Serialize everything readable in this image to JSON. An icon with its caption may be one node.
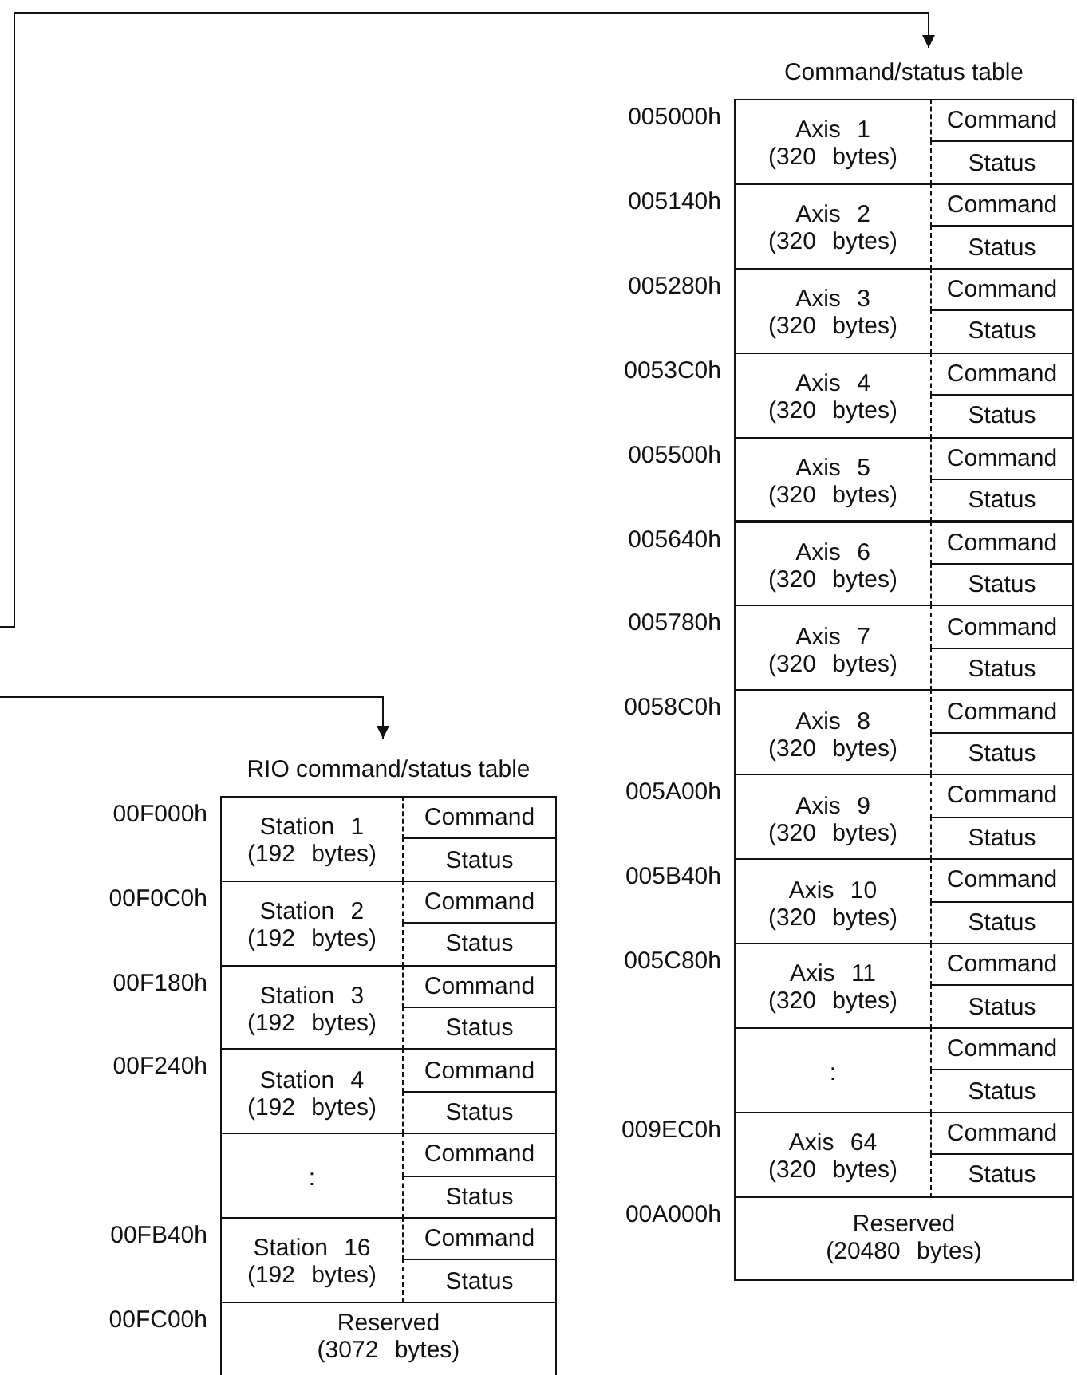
{
  "diagram": {
    "nodes": [
      {
        "text": [
          "Command/status table"
        ]
      },
      {
        "text": [
          "Axis 1 (320 bytes)"
        ],
        "in": 0,
        "beside": [
          "005000h"
        ]
      },
      {
        "text": [
          "Command"
        ],
        "in": 0
      },
      {
        "text": [
          "Status"
        ],
        "in": 0
      },
      {
        "text": [
          "Axis 2 (320 bytes)"
        ],
        "in": 0,
        "beside": [
          "005140h"
        ]
      },
      {
        "text": [
          "Command"
        ],
        "in": 0
      },
      {
        "text": [
          "Status"
        ],
        "in": 0
      },
      {
        "text": [
          "Axis 3 (320 bytes)"
        ],
        "in": 0,
        "beside": [
          "005280h"
        ]
      },
      {
        "text": [
          "Command"
        ],
        "in": 0
      },
      {
        "text": [
          "Status"
        ],
        "in": 0
      },
      {
        "text": [
          "Axis 4 (320 bytes)"
        ],
        "in": 0,
        "beside": [
          "0053C0h"
        ]
      },
      {
        "text": [
          "Command"
        ],
        "in": 0
      },
      {
        "text": [
          "Status"
        ],
        "in": 0
      },
      {
        "text": [
          "Axis 5 (320 bytes)"
        ],
        "in": 0,
        "beside": [
          "005500h"
        ]
      },
      {
        "text": [
          "Command"
        ],
        "in": 0
      },
      {
        "text": [
          "Status"
        ],
        "in": 0
      },
      {
        "text": [
          "Axis 6 (320 bytes)"
        ],
        "in": 0,
        "beside": [
          "005640h"
        ]
      },
      {
        "text": [
          "Command"
        ],
        "in": 0
      },
      {
        "text": [
          "Status"
        ],
        "in": 0
      },
      {
        "text": [
          "Axis 7 (320 bytes)"
        ],
        "in": 0,
        "beside": [
          "005780h"
        ]
      },
      {
        "text": [
          "Command"
        ],
        "in": 0
      },
      {
        "text": [
          "Status"
        ],
        "in": 0
      },
      {
        "text": [
          "Axis 8 (320 bytes)"
        ],
        "in": 0,
        "beside": [
          "0058C0h"
        ]
      },
      {
        "text": [
          "Command"
        ],
        "in": 0
      },
      {
        "text": [
          "Status"
        ],
        "in": 0
      },
      {
        "text": [
          "Axis 9 (320 bytes)"
        ],
        "in": 0,
        "beside": [
          "005A00h"
        ]
      },
      {
        "text": [
          "Command"
        ],
        "in": 0
      },
      {
        "text": [
          "Status"
        ],
        "in": 0
      },
      {
        "text": [
          "Axis 10 (320 bytes)"
        ],
        "in": 0,
        "beside": [
          "005B40h"
        ]
      },
      {
        "text": [
          "Command"
        ],
        "in": 0
      },
      {
        "text": [
          "Status"
        ],
        "in": 0
      },
      {
        "text": [
          "Axis 11 (320 bytes)"
        ],
        "in": 0,
        "beside": [
          "005C80h"
        ]
      },
      {
        "text": [
          "Command"
        ],
        "in": 0
      },
      {
        "text": [
          "Status"
        ],
        "in": 0
      },
      {
        "text": [
          ":"
        ],
        "in": 0
      },
      {
        "text": [
          "Command"
        ],
        "in": 0
      },
      {
        "text": [
          "Status"
        ],
        "in": 0
      },
      {
        "text": [
          "Axis 64 (320 bytes)"
        ],
        "in": 0,
        "beside": [
          "009EC0h"
        ]
      },
      {
        "text": [
          "Command"
        ],
        "in": 0
      },
      {
        "text": [
          "Status"
        ],
        "in": 0
      },
      {
        "text": [
          "Reserved (20480 bytes)"
        ],
        "in": 0,
        "beside": [
          "00A000h"
        ]
      },
      {
        "text": [
          "RIO command/status table"
        ]
      },
      {
        "text": [
          "Station 1 (192 bytes)"
        ],
        "in": 41,
        "beside": [
          "00F000h"
        ]
      },
      {
        "text": [
          "Command"
        ],
        "in": 41
      },
      {
        "text": [
          "Status"
        ],
        "in": 41
      },
      {
        "text": [
          "Station 2 (192 bytes)"
        ],
        "in": 41,
        "beside": [
          "00F0C0h"
        ]
      },
      {
        "text": [
          "Command"
        ],
        "in": 41
      },
      {
        "text": [
          "Status"
        ],
        "in": 41
      },
      {
        "text": [
          "Station 3 (192 bytes)"
        ],
        "in": 41,
        "beside": [
          "00F180h"
        ]
      },
      {
        "text": [
          "Command"
        ],
        "in": 41
      },
      {
        "text": [
          "Status"
        ],
        "in": 41
      },
      {
        "text": [
          "Station 4 (192 bytes)"
        ],
        "in": 41,
        "beside": [
          "00F240h"
        ]
      },
      {
        "text": [
          "Command"
        ],
        "in": 41
      },
      {
        "text": [
          "Status"
        ],
        "in": 41
      },
      {
        "text": [
          ":"
        ],
        "in": 41
      },
      {
        "text": [
          "Command"
        ],
        "in": 41
      },
      {
        "text": [
          "Status"
        ],
        "in": 41
      },
      {
        "text": [
          "Station 16 (192 bytes)"
        ],
        "in": 41,
        "beside": [
          "00FB40h"
        ]
      },
      {
        "text": [
          "Command"
        ],
        "in": 41
      },
      {
        "text": [
          "Status"
        ],
        "in": 41
      },
      {
        "text": [
          "Reserved (3072 bytes)"
        ],
        "in": 41,
        "beside": [
          "00FC00h"
        ]
      }
    ],
    "edges": [
      {
        "from": null,
        "to": 0,
        "arrow": "to"
      },
      {
        "from": null,
        "to": 41,
        "arrow": "to"
      }
    ]
  }
}
